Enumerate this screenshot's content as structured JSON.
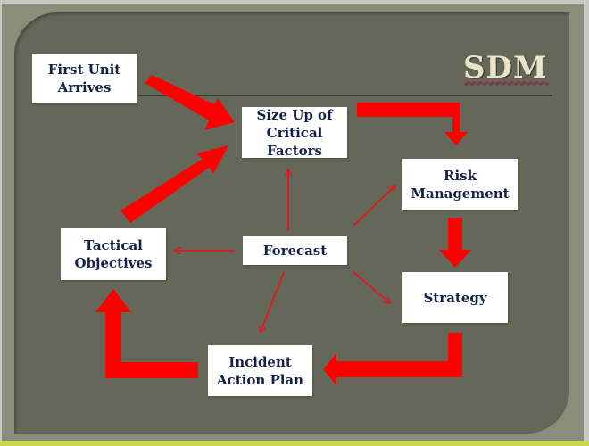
{
  "title": "SDM",
  "nodes": {
    "first_unit": "First Unit Arrives",
    "size_up": "Size Up of Critical Factors",
    "risk": "Risk Management",
    "tactical": "Tactical Objectives",
    "forecast": "Forecast",
    "strategy": "Strategy",
    "iap": "Incident Action Plan"
  },
  "colors": {
    "panel": "#656858",
    "frame": "#8a8d7a",
    "arrow": "#ff0000",
    "thin_arrow": "#d42020",
    "text": "#12224a",
    "title": "#e8e5c8"
  }
}
